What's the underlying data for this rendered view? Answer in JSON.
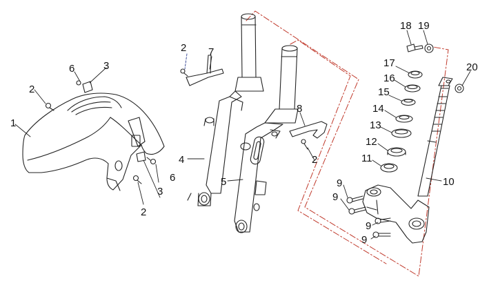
{
  "diagram": {
    "labels": {
      "p1": "1",
      "p2a": "2",
      "p2b": "2",
      "p2c": "2",
      "p2d": "2",
      "p3a": "3",
      "p3b": "3",
      "p4": "4",
      "p5": "5",
      "p6a": "6",
      "p6b": "6",
      "p7": "7",
      "p8": "8",
      "p9a": "9",
      "p9b": "9",
      "p9c": "9",
      "p9d": "9",
      "p10": "10",
      "p11": "11",
      "p12": "12",
      "p13": "13",
      "p14": "14",
      "p15": "15",
      "p16": "16",
      "p17": "17",
      "p18": "18",
      "p19": "19",
      "p20": "20"
    },
    "colors": {
      "line": "#222222",
      "assembly_path": "#c0392b",
      "leader_blue": "#2c3e8f"
    }
  }
}
